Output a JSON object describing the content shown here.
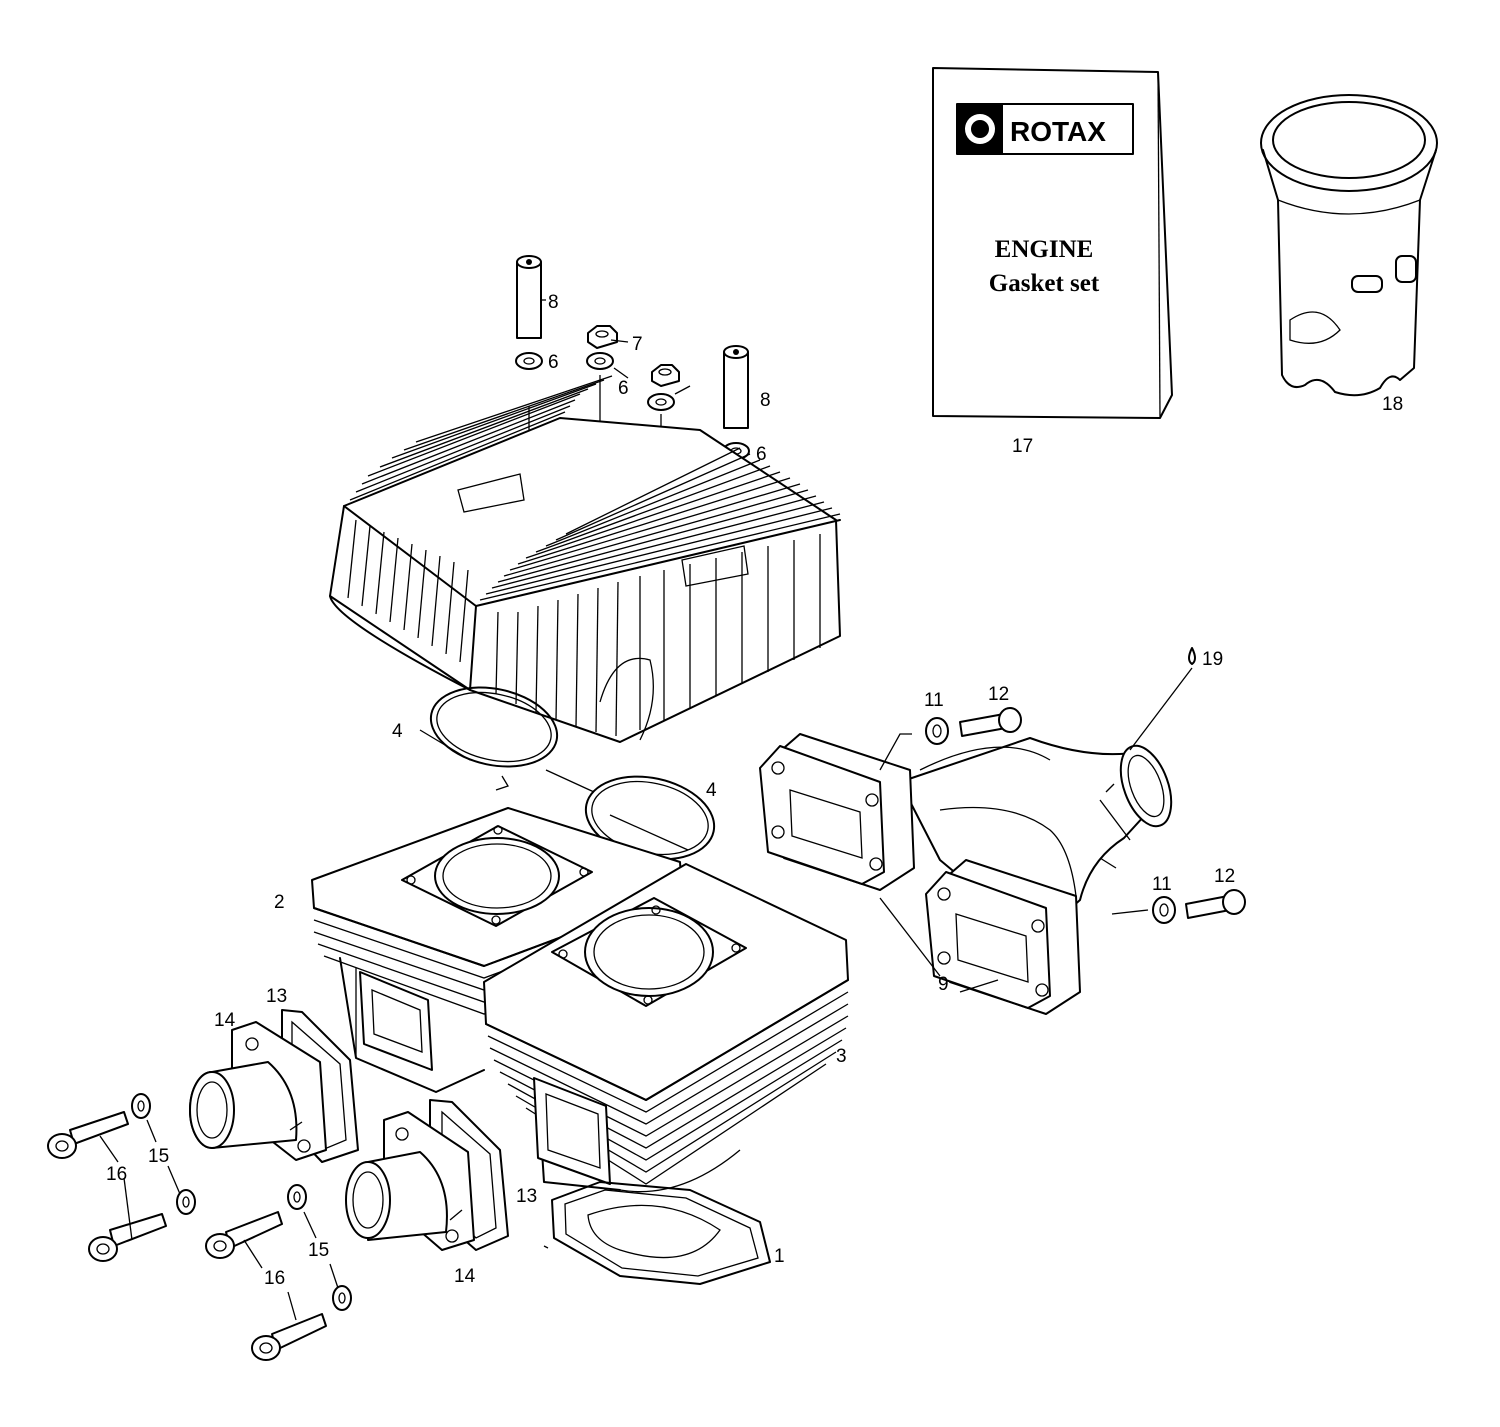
{
  "book": {
    "brand": "ROTAX",
    "title_line1": "ENGINE",
    "title_line2": "Gasket set"
  },
  "callouts": {
    "c1": "1",
    "c2": "2",
    "c3": "3",
    "c4a": "4",
    "c4b": "4",
    "c6a": "6",
    "c6b": "6",
    "c6c": "6",
    "c7": "7",
    "c8a": "8",
    "c8b": "8",
    "c9": "9",
    "c11a": "11",
    "c11b": "11",
    "c12a": "12",
    "c12b": "12",
    "c13a": "13",
    "c13b": "13",
    "c14a": "14",
    "c14b": "14",
    "c15a": "15",
    "c15b": "15",
    "c16a": "16",
    "c16b": "16",
    "c17": "17",
    "c18": "18",
    "c19": "19"
  }
}
